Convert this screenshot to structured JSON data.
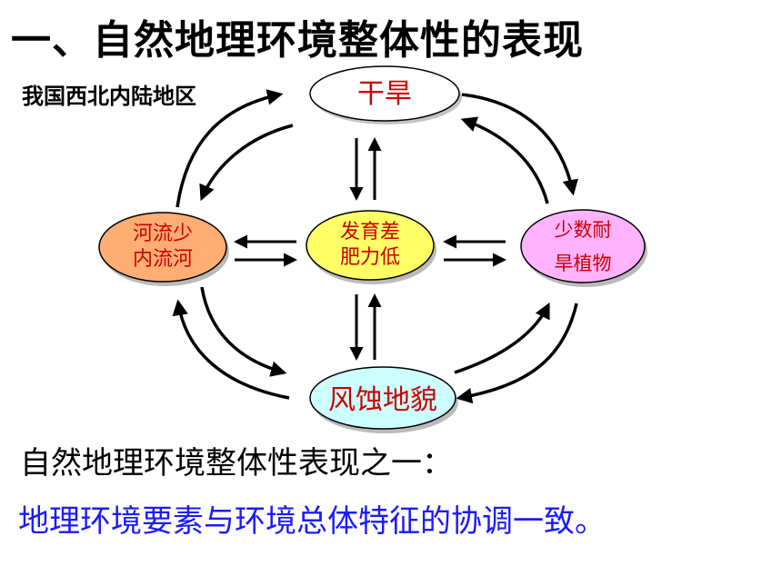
{
  "title": "一、自然地理环境整体性的表现",
  "region_label": "我国西北内陆地区",
  "nodes": {
    "top": "干旱",
    "left": [
      "河流少",
      "内流河"
    ],
    "center": [
      "发育差",
      "肥力低"
    ],
    "right": [
      "少数耐",
      "旱植物"
    ],
    "bottom": "风蚀地貌"
  },
  "colors": {
    "left_fill": "#ffad73",
    "center_fill": "#ffff66",
    "right_fill": "#ffb3ff",
    "bottom_fill": "#ccffff",
    "top_fill": "#ffffff",
    "node_text": "#cc0000",
    "conclusion_blue": "#1a1aff"
  },
  "conclusion_line1": "自然地理环境整体性表现之一：",
  "conclusion_line2": "地理环境要素与环境总体特征的协调一致。"
}
